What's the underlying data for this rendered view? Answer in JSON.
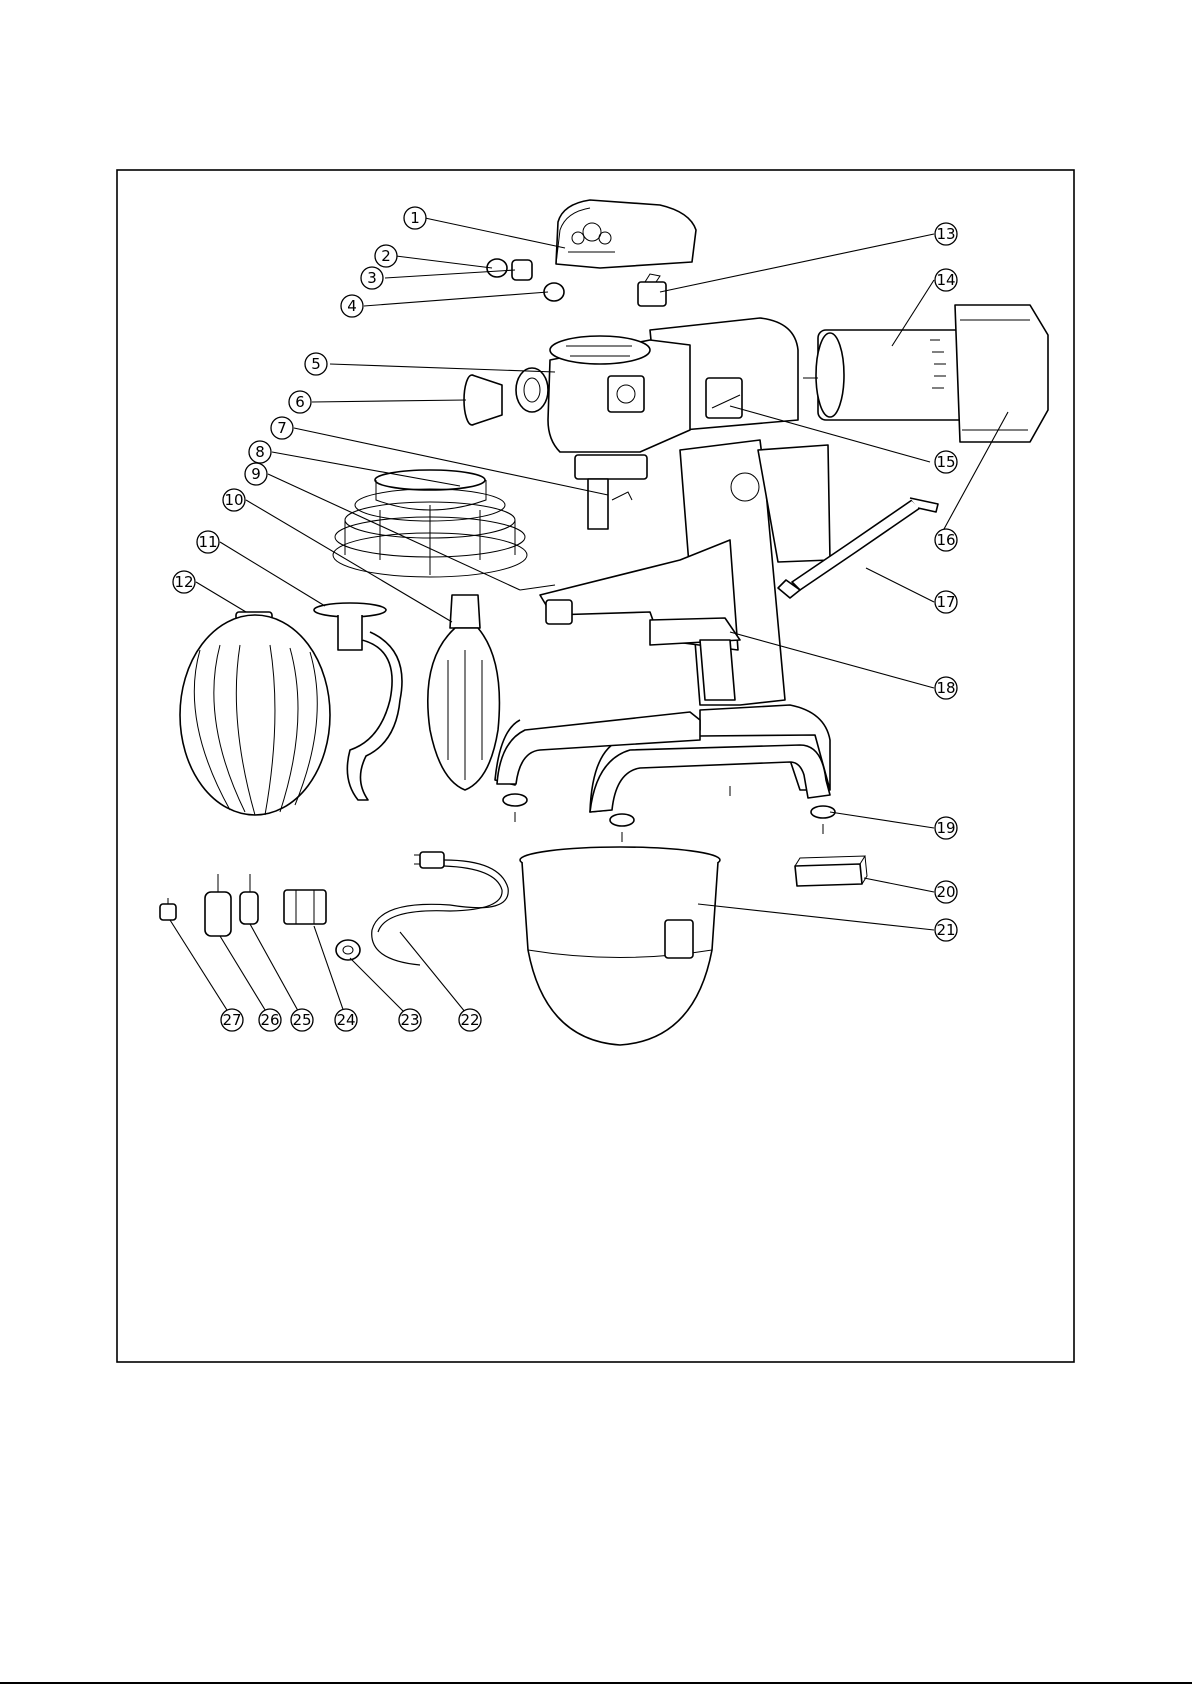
{
  "diagram": {
    "callouts": [
      "1",
      "2",
      "3",
      "4",
      "5",
      "6",
      "7",
      "8",
      "9",
      "10",
      "11",
      "12",
      "13",
      "14",
      "15",
      "16",
      "17",
      "18",
      "19",
      "20",
      "21",
      "22",
      "23",
      "24",
      "25",
      "26",
      "27"
    ]
  },
  "colors": {
    "line": "#000000",
    "paper": "#ffffff"
  }
}
